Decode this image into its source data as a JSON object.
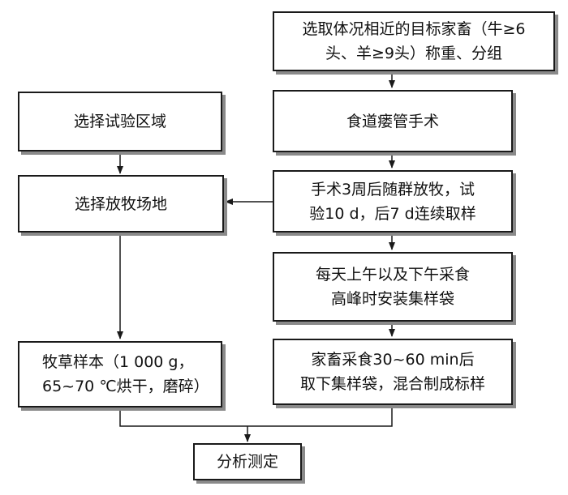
{
  "boxes": {
    "select_livestock": {
      "line1": "选取体况相近的目标家畜（牛≥6",
      "line2": "头、羊≥9头）称重、分组"
    },
    "esophageal_surgery": {
      "line1": "食道瘘管手术"
    },
    "post_surgery_grazing": {
      "line1": "手术3周后随群放牧，试",
      "line2": "验10 d，后7 d连续取样"
    },
    "install_bags": {
      "line1": "每天上午以及下午采食",
      "line2": "高峰时安装集样袋"
    },
    "remove_bags": {
      "line1": "家畜采食30~60 min后",
      "line2": "取下集样袋，混合制成标样"
    },
    "select_test_area": {
      "line1": "选择试验区域"
    },
    "select_grazing_site": {
      "line1": "选择放牧场地"
    },
    "forage_samples": {
      "line1": "牧草样本（1 000 g，",
      "line2": "65~70 ℃烘干，磨碎）"
    },
    "analysis": {
      "line1": "分析测定"
    }
  }
}
